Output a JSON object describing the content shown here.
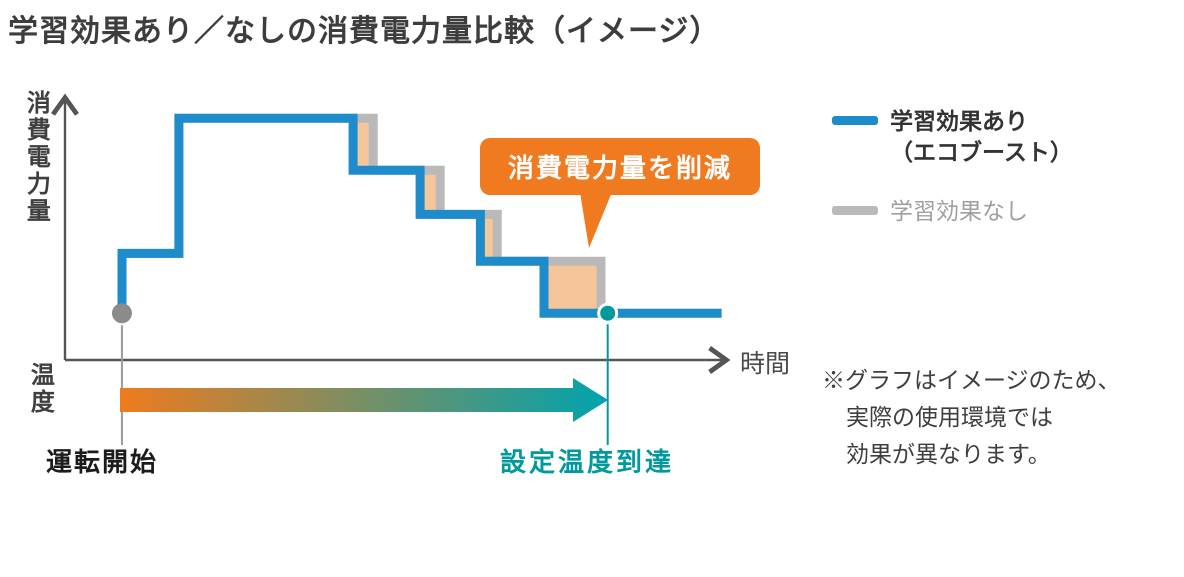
{
  "title": "学習効果あり／なしの消費電力量比較（イメージ）",
  "chart": {
    "y_axis_label": "消費電力量",
    "x_axis_label": "時間",
    "temp_axis_label": "温度",
    "start_label": "運転開始",
    "end_label": "設定温度到達",
    "callout": "消費電力量を削減"
  },
  "legend": {
    "series1_label": "学習効果あり",
    "series1_sublabel": "（エコブースト）",
    "series2_label": "学習効果なし"
  },
  "note": {
    "line1": "※グラフはイメージのため、",
    "line2": "実際の使用環境では",
    "line3": "効果が異なります。"
  },
  "colors": {
    "blue": "#1e8bca",
    "gray-line": "#b9b9b9",
    "peach": "#f6c69b",
    "orange": "#ef7a1f",
    "teal": "#009a9e",
    "dot-gray": "#8b8b8b",
    "text": "#3d3d3d"
  },
  "chart_data": {
    "type": "line",
    "subtype": "step",
    "title": "学習効果あり／なしの消費電力量比較（イメージ）",
    "xlabel": "時間",
    "ylabel": "消費電力量",
    "x_range": [
      0,
      100
    ],
    "y_range": [
      0,
      100
    ],
    "grid": false,
    "legend_position": "right",
    "start": {
      "t": 8.5,
      "p": 18,
      "label": "運転開始"
    },
    "end_marker": {
      "t": 81,
      "p": 18,
      "label": "設定温度到達"
    },
    "highlight_color": "#f6c69b",
    "annotation": "消費電力量を削減",
    "series": [
      {
        "name": "学習効果あり（エコブースト）",
        "color": "#1e8bca",
        "steps": [
          {
            "to": 17,
            "level": 41
          },
          {
            "to": 43,
            "level": 93
          },
          {
            "to": 53,
            "level": 73
          },
          {
            "to": 62,
            "level": 56
          },
          {
            "to": 71.5,
            "level": 38
          },
          {
            "to": 98,
            "level": 18
          }
        ]
      },
      {
        "name": "学習効果なし",
        "color": "#b9b9b9",
        "steps": [
          {
            "to": 17,
            "level": 41
          },
          {
            "to": 46,
            "level": 93
          },
          {
            "to": 56,
            "level": 73
          },
          {
            "to": 64.5,
            "level": 56
          },
          {
            "to": 80,
            "level": 38
          },
          {
            "to": 98,
            "level": 18
          }
        ]
      }
    ]
  }
}
